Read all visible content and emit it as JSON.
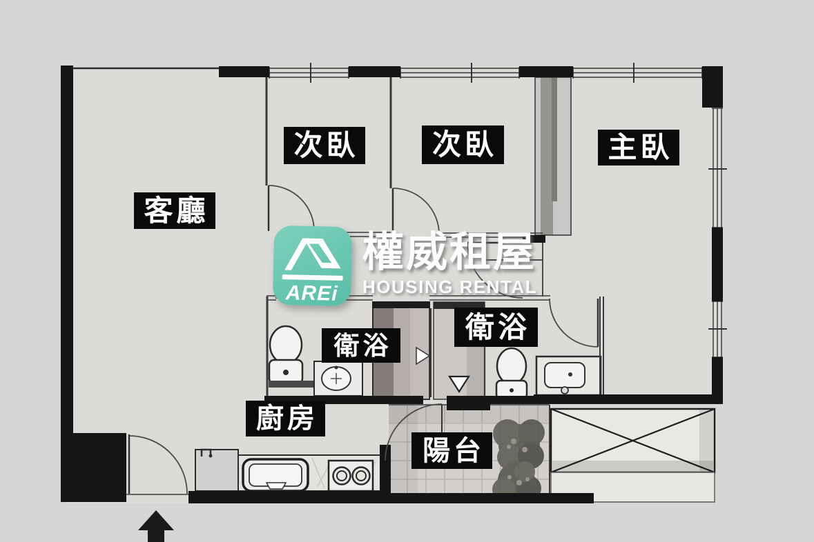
{
  "watermark": {
    "logo_abbr": "AREi",
    "brand_name_cn": "權威租屋",
    "brand_name_en": "HOUSING RENTAL",
    "logo_color": "#66c7b0"
  },
  "rooms": [
    {
      "id": "living-room",
      "label": "客廳"
    },
    {
      "id": "bedroom-a",
      "label": "次臥"
    },
    {
      "id": "bedroom-b",
      "label": "次臥"
    },
    {
      "id": "master-bedroom",
      "label": "主臥"
    },
    {
      "id": "bathroom-a",
      "label": "衛浴"
    },
    {
      "id": "bathroom-b",
      "label": "衛浴"
    },
    {
      "id": "kitchen",
      "label": "廚房"
    },
    {
      "id": "balcony",
      "label": "陽台"
    }
  ],
  "colors": {
    "background": "#d8d6d4",
    "floor": "#dcdbd8",
    "wall": "#151515",
    "label_background": "#0a0a0a",
    "label_text": "#ffffff",
    "logo_teal": "#66c7b0"
  },
  "markers": {
    "entrance": "entrance-arrow"
  }
}
